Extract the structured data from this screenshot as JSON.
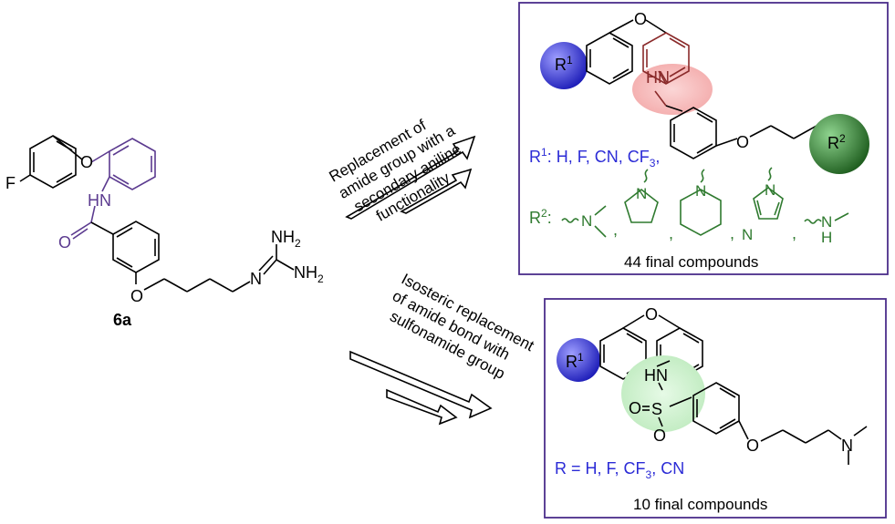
{
  "compound_label": "6a",
  "lead": {
    "atom_f": "F",
    "atom_o": "O",
    "atom_nh": "HN",
    "atom_co": "O",
    "atom_ether_o": "O",
    "atom_n": "N",
    "atom_nh2_top": "NH",
    "atom_nh2_top_sub": "2",
    "atom_nh2_bot": "NH",
    "atom_nh2_bot_sub": "2"
  },
  "route_top": {
    "caption_lines": [
      "Replacement of",
      "amide group with a",
      "secondary aniline",
      "functionality"
    ]
  },
  "route_bottom": {
    "caption_lines": [
      "Isosteric replacement",
      "of amide bond with",
      "sulfonamide group"
    ]
  },
  "box_top": {
    "atom_o": "O",
    "atom_hn": "HN",
    "atom_ether_o": "O",
    "r1": "R",
    "r1_sup": "1",
    "r2": "R",
    "r2_sup": "2",
    "r1_list_prefix": "R",
    "r1_list_sup": "1",
    "r1_list_text": ": H, F,  CN, CF",
    "r1_list_sub": "3",
    "r1_list_end": ",",
    "r2_list_prefix": "R",
    "r2_list_sup": "2",
    "r2_list_colon": ":",
    "r2_n1": "N",
    "r2_n2": "N",
    "r2_n3": "N",
    "r2_n4a": "N",
    "r2_n4b": "N",
    "r2_n5": "N",
    "r2_h5": "H",
    "comma": ",",
    "count": "44 final compounds"
  },
  "box_bottom": {
    "atom_o": "O",
    "atom_hn": "HN",
    "atom_s": "S",
    "atom_o1": "O",
    "atom_o2": "O",
    "atom_ether_o": "O",
    "atom_n": "N",
    "r1": "R",
    "r1_sup": "1",
    "r_list": "R = H, F,  CF",
    "r_list_sub": "3",
    "r_list_end": ", CN",
    "count": "10 final compounds"
  },
  "colors": {
    "box_border": "#4b2d8a",
    "lead_highlight": "#5b3a8f",
    "r1_sphere": "#3b3bd4",
    "r2_sphere": "#2a6e2a",
    "amine_halo": "#f4b6b6",
    "sulfonamide_halo": "#c9efc9",
    "r_list_text": "#2b2bd6",
    "r2_list_text": "#2f7a2f"
  }
}
